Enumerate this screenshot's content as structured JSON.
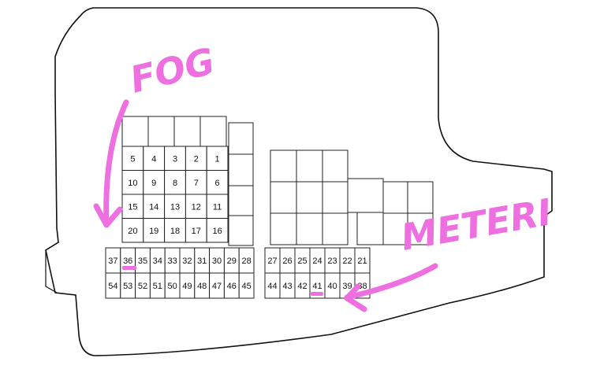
{
  "diagram": {
    "annotations": {
      "fog_label": "FOG",
      "meter_label": "METERI",
      "color": "#ee6fe0"
    },
    "left_block": {
      "grid_rows": [
        [
          "5",
          "4",
          "3",
          "2",
          "1"
        ],
        [
          "10",
          "9",
          "8",
          "7",
          "6"
        ],
        [
          "15",
          "14",
          "13",
          "12",
          "11"
        ],
        [
          "20",
          "19",
          "18",
          "17",
          "16"
        ]
      ],
      "bottom_row_top": [
        "37",
        "36",
        "35",
        "34",
        "33",
        "32",
        "31",
        "30",
        "29",
        "28"
      ],
      "bottom_row_bottom": [
        "54",
        "53",
        "52",
        "51",
        "50",
        "49",
        "48",
        "47",
        "46",
        "45"
      ]
    },
    "right_block": {
      "row_top": [
        "27",
        "26",
        "25",
        "24",
        "23",
        "22",
        "21"
      ],
      "row_bottom": [
        "44",
        "43",
        "42",
        "41",
        "40",
        "39",
        "38"
      ]
    },
    "highlighted": [
      "36",
      "41"
    ]
  }
}
